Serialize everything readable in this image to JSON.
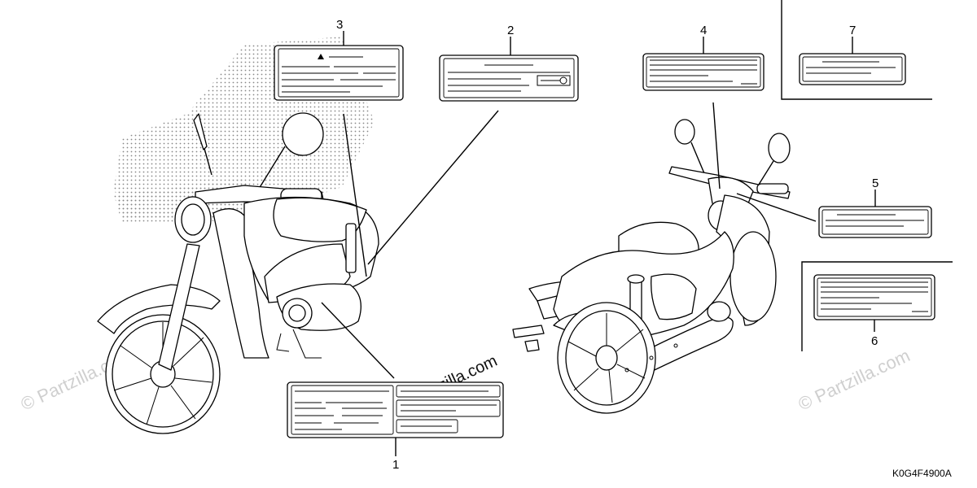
{
  "diagram": {
    "code": "K0G4F4900A",
    "watermark_left": "© Partzilla.com",
    "watermark_center": "© Partzilla.com",
    "watermark_right": "© Partzilla.com",
    "callouts": [
      "1",
      "2",
      "3",
      "4",
      "5",
      "6",
      "7"
    ]
  }
}
